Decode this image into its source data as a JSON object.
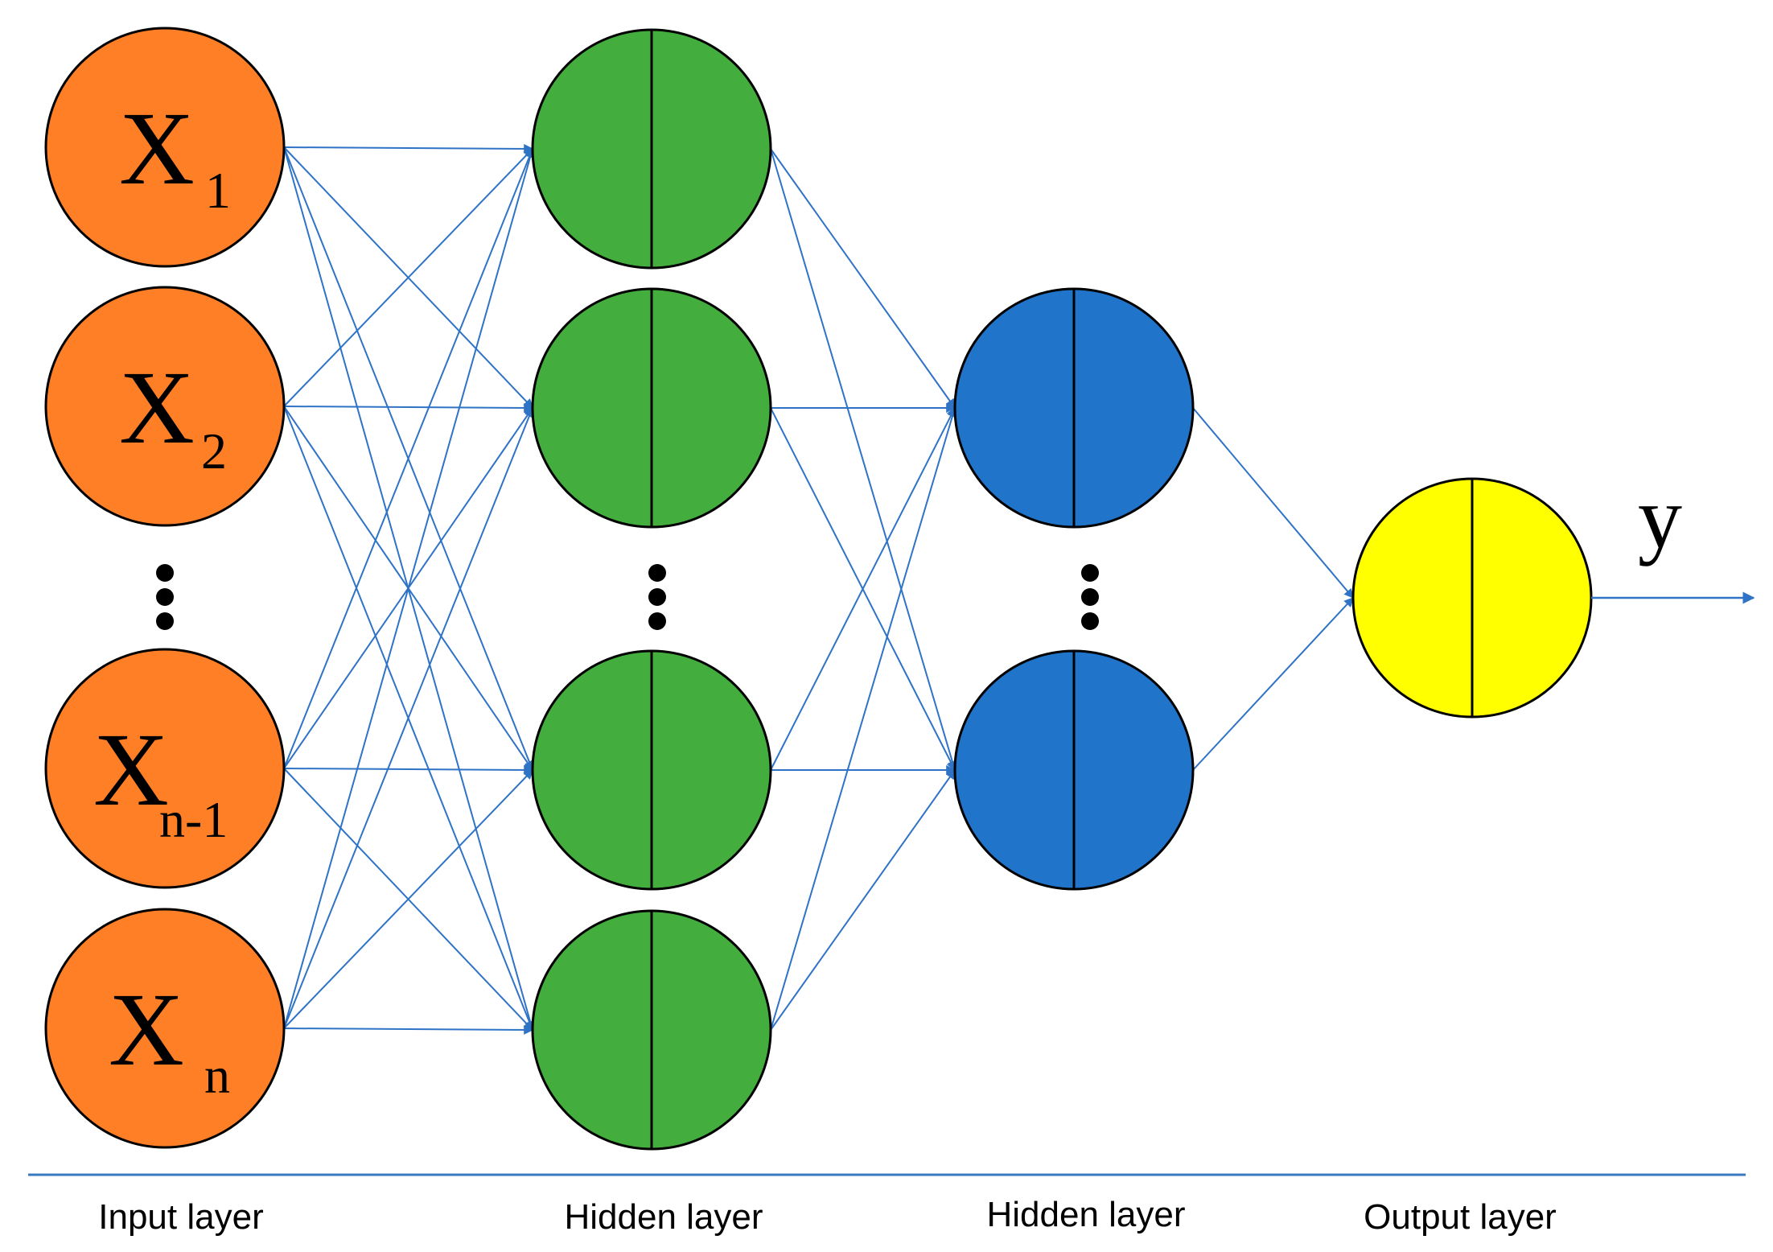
{
  "colors": {
    "input_fill": "#FF7F27",
    "hidden1_fill": "#43AE3D",
    "hidden2_fill": "#2074C9",
    "output_fill": "#FFFF00",
    "connection": "#2F73C6",
    "node_stroke": "#000000",
    "baseline": "#3A78C0"
  },
  "layers": {
    "input": {
      "label": "Input layer",
      "nodes": [
        {
          "main": "X",
          "sub": "1"
        },
        {
          "main": "X",
          "sub": "2"
        },
        {
          "main": "X",
          "sub": "n-1"
        },
        {
          "main": "X",
          "sub": "n"
        }
      ],
      "ellipsis": "⋮"
    },
    "hidden1": {
      "label": "Hidden layer",
      "node_count": 4,
      "ellipsis": "⋮"
    },
    "hidden2": {
      "label": "Hidden layer",
      "node_count": 2,
      "ellipsis": "⋮"
    },
    "output": {
      "label": "Output layer",
      "node_count": 1,
      "output_symbol": "y"
    }
  }
}
